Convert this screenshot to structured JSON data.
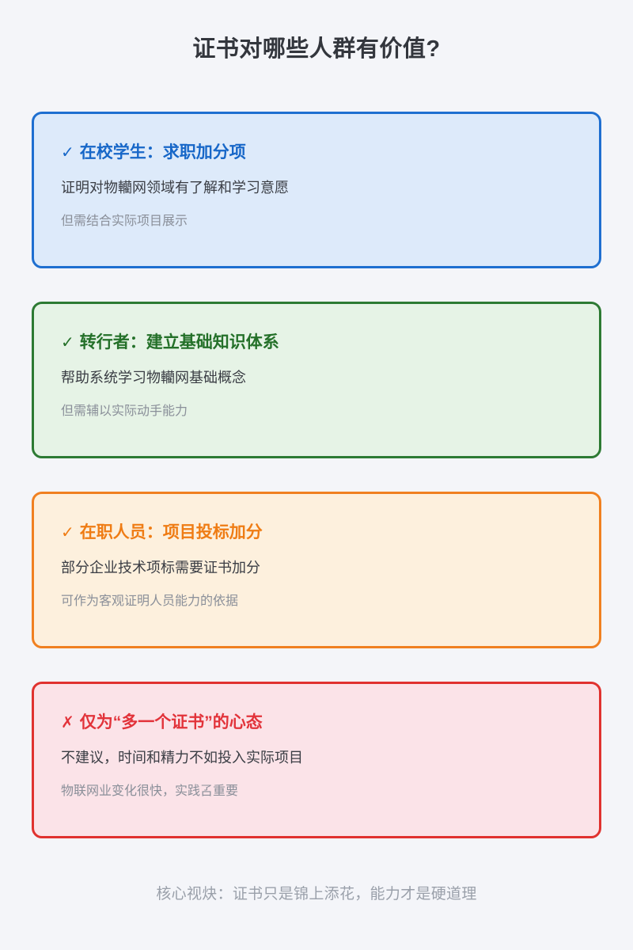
{
  "header": {
    "title": "证书对哪些人群有价值?"
  },
  "cards": [
    {
      "mark": "✓",
      "mark_name": "check-icon",
      "heading": "在校学生：求职加分项",
      "body": "证明对物轥网领域有了解和学习意愿",
      "note": "但需结合实际项目展示",
      "accent": "#1f6fd0",
      "fill": "#ddeafa",
      "variant": "blue"
    },
    {
      "mark": "✓",
      "mark_name": "check-icon",
      "heading": "转行者：建立基础知识体系",
      "body": "帮助系统学习物轥网基础概念",
      "note": "但需辅以实际动手能力",
      "accent": "#2d7a33",
      "fill": "#e6f3e6",
      "variant": "green"
    },
    {
      "mark": "✓",
      "mark_name": "check-icon",
      "heading": "在职人员：项目投标加分",
      "body": "部分企业技术项标需要证书加分",
      "note": "可作为客观证明人员能力的依据",
      "accent": "#f08020",
      "fill": "#fdf0dd",
      "variant": "orange"
    },
    {
      "mark": "✗",
      "mark_name": "cross-icon",
      "heading": "仅为“多一个证书”的心态",
      "body": "不建议，时间和精力不如投入实际项目",
      "note": "物联网业变化很快，实践叾重要",
      "accent": "#e0322f",
      "fill": "#fbe3e8",
      "variant": "red"
    }
  ],
  "footer": {
    "note": "核心视炔：证书只是锦上添花，能力才是硬道理"
  }
}
